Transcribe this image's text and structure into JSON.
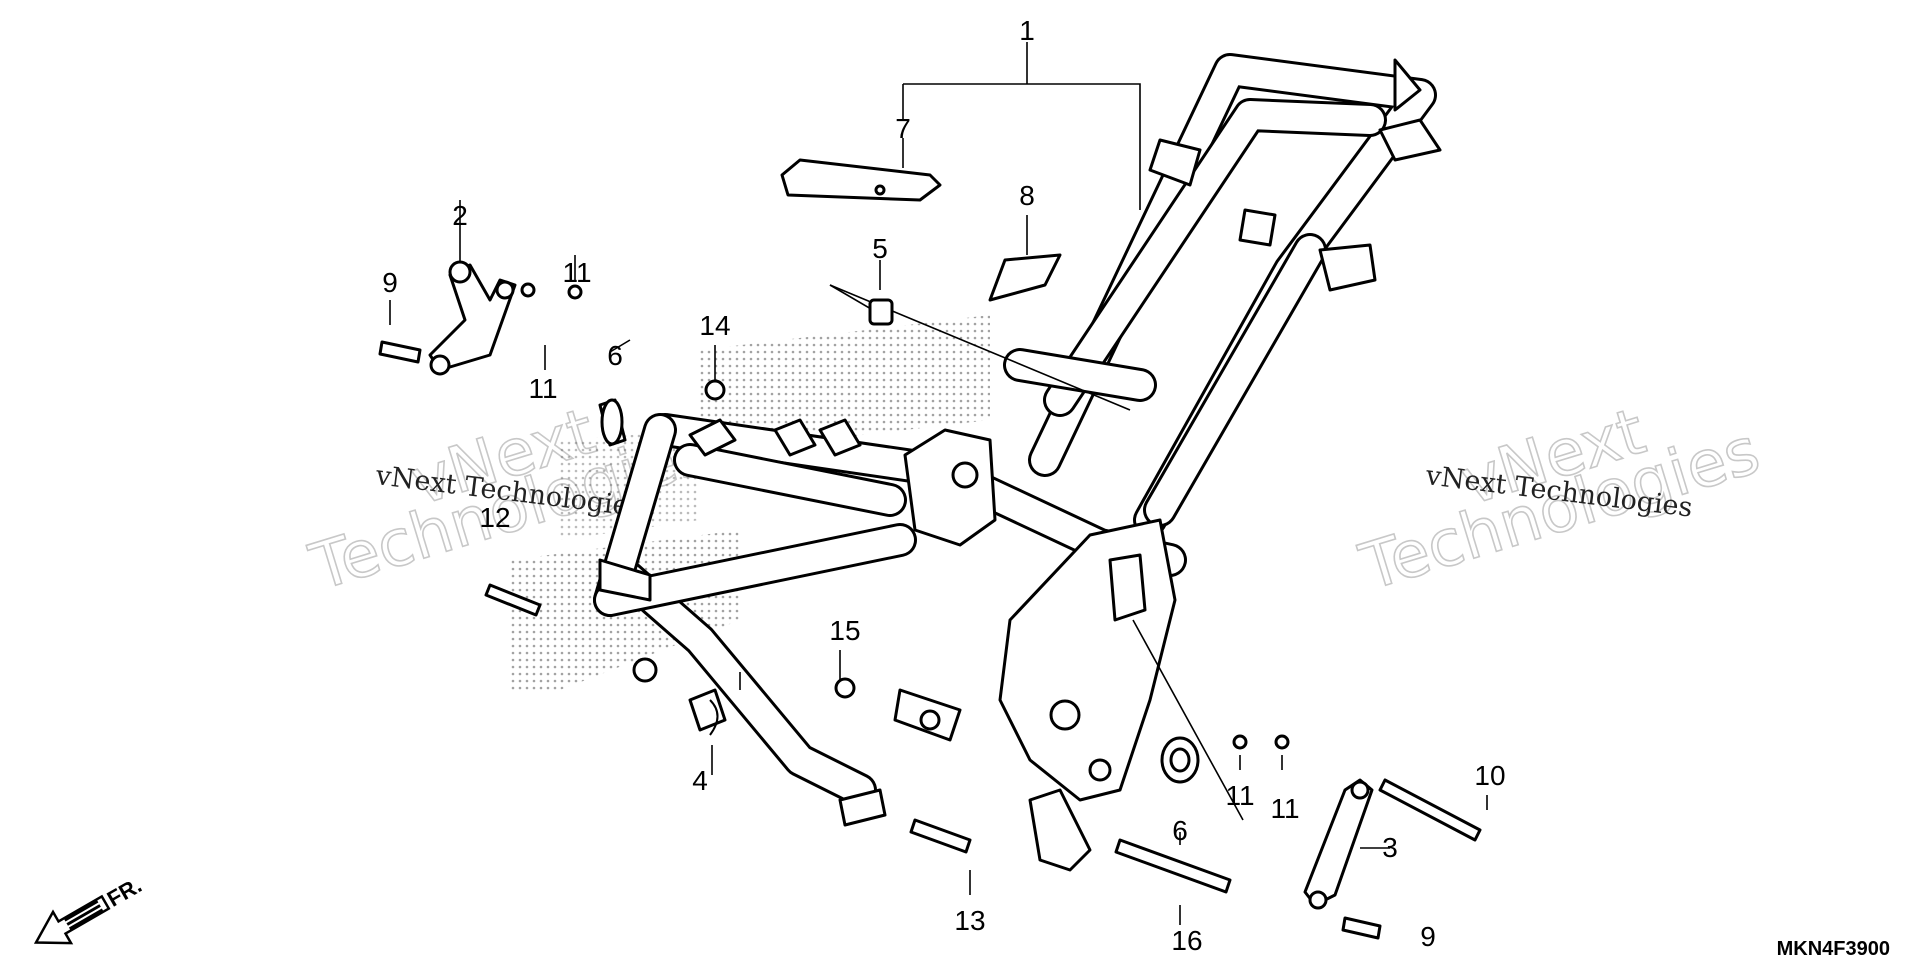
{
  "callouts": {
    "c1": "1",
    "c2": "2",
    "c3": "3",
    "c4": "4",
    "c5": "5",
    "c6a": "6",
    "c6b": "6",
    "c7": "7",
    "c8": "8",
    "c9a": "9",
    "c9b": "9",
    "c10": "10",
    "c11a": "11",
    "c11b": "11",
    "c11c": "11",
    "c11d": "11",
    "c12": "12",
    "c13": "13",
    "c14": "14",
    "c15": "15",
    "c16": "16"
  },
  "watermark": {
    "big_line1": "vNext",
    "big_line2": "Technologies",
    "small": "vNext Technologies"
  },
  "direction_label": "FR.",
  "diagram_code": "MKN4F3900"
}
